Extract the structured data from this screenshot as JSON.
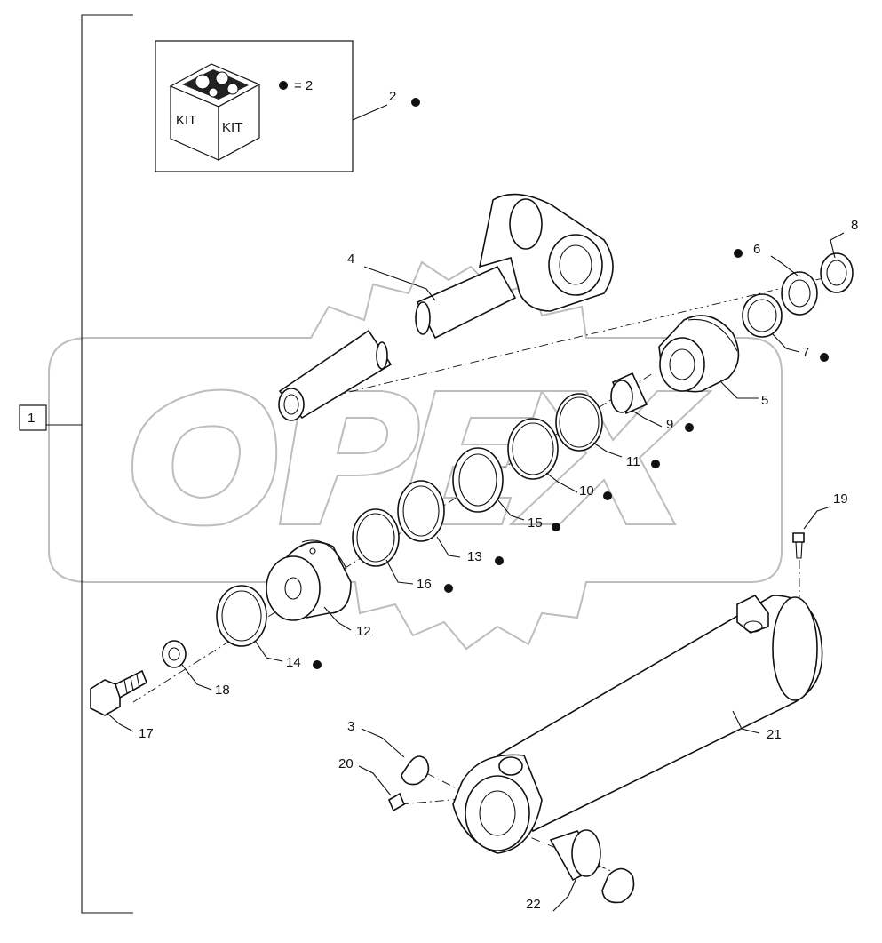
{
  "kit": {
    "face_left": "KIT",
    "face_right": "KIT",
    "legend": "= 2"
  },
  "callouts": {
    "c1": "1",
    "c2": "2",
    "c3": "3",
    "c4": "4",
    "c5": "5",
    "c6": "6",
    "c7": "7",
    "c8": "8",
    "c9": "9",
    "c10": "10",
    "c11": "11",
    "c12": "12",
    "c13": "13",
    "c14": "14",
    "c15": "15",
    "c16": "16",
    "c17": "17",
    "c18": "18",
    "c19": "19",
    "c20": "20",
    "c21": "21",
    "c22": "22"
  },
  "kit_member_parts": [
    "2",
    "6",
    "7",
    "9",
    "11",
    "10",
    "15",
    "13",
    "16",
    "14"
  ],
  "colors": {
    "line": "#111111",
    "watermark": "#bdbdbd"
  }
}
